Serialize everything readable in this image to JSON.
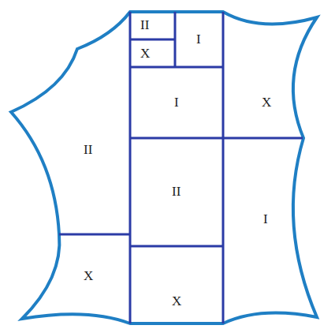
{
  "diagram": {
    "nodes": [
      {
        "text": [
          "II"
        ]
      },
      {
        "text": [
          "I"
        ]
      },
      {
        "text": [
          "X"
        ]
      },
      {
        "text": [
          "I"
        ]
      },
      {
        "text": [
          "X"
        ]
      },
      {
        "text": [
          "II"
        ]
      },
      {
        "text": [
          "II"
        ]
      },
      {
        "text": [
          "I"
        ]
      },
      {
        "text": [
          "X"
        ]
      },
      {
        "text": [
          "X"
        ]
      }
    ]
  }
}
